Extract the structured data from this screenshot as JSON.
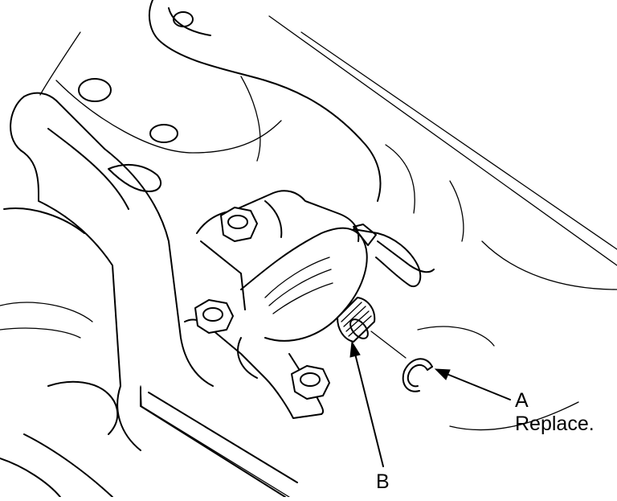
{
  "callouts": {
    "a": {
      "letter": "A",
      "note": "Replace."
    },
    "b": {
      "letter": "B"
    }
  },
  "colors": {
    "ink": "#000000",
    "paper": "#ffffff"
  }
}
